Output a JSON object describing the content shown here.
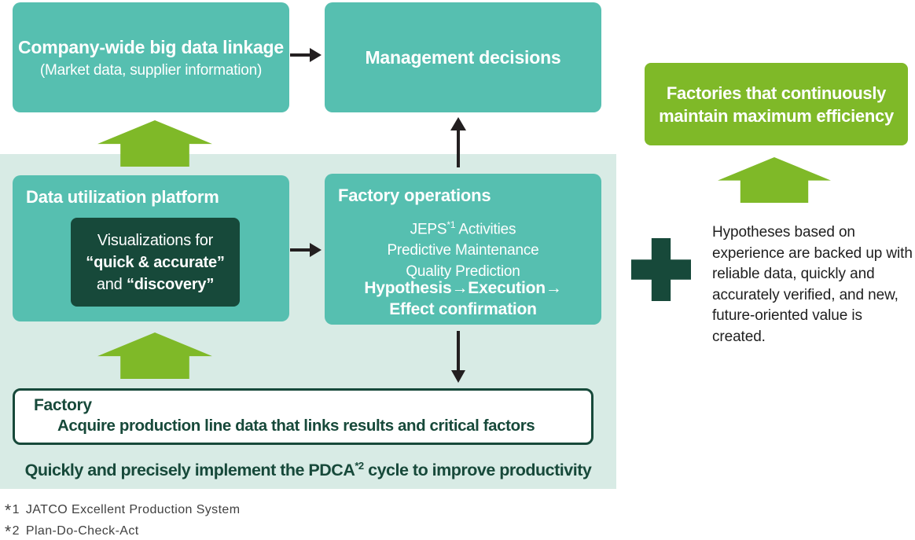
{
  "colors": {
    "teal": "#56bfb0",
    "panel_bg": "#d8ebe5",
    "green": "#7fb928",
    "dark_green": "#17493a",
    "arrow": "#231f20",
    "text": "#1f1f1f",
    "footnote": "#404040"
  },
  "boxes": {
    "company": {
      "title": "Company-wide big data linkage",
      "subtitle": "(Market data, supplier information)"
    },
    "management": {
      "title": "Management decisions"
    },
    "data_platform": {
      "title": "Data utilization platform",
      "visualization": {
        "line1": "Visualizations for",
        "line2": "“quick & accurate”",
        "line3_normal": "and ",
        "line3_bold": "“discovery”"
      }
    },
    "factory_ops": {
      "title": "Factory operations",
      "item1": {
        "base": "JEPS",
        "sup": "*1",
        "rest": " Activities"
      },
      "item2": "Predictive Maintenance",
      "item3": "Quality Prediction",
      "flow_line1": "Hypothesis→Execution→",
      "flow_line2": "Effect confirmation"
    },
    "factory": {
      "title": "Factory",
      "body": "Acquire production line data that links results and critical factors"
    },
    "goal": {
      "line1": "Factories that continuously",
      "line2": "maintain maximum efficiency"
    }
  },
  "panel_caption": {
    "base": "Quickly and precisely implement the PDCA",
    "sup": "*2",
    "rest": " cycle to improve productivity"
  },
  "note": {
    "lines": [
      "Hypotheses based on",
      "experience are backed up with",
      "reliable data, quickly and",
      "accurately verified, and new,",
      "future-oriented value is",
      "created."
    ]
  },
  "footnotes": [
    {
      "mark": "*",
      "num": "1",
      "text": "JATCO Excellent Production System"
    },
    {
      "mark": "*",
      "num": "2",
      "text": "Plan-Do-Check-Act"
    }
  ]
}
